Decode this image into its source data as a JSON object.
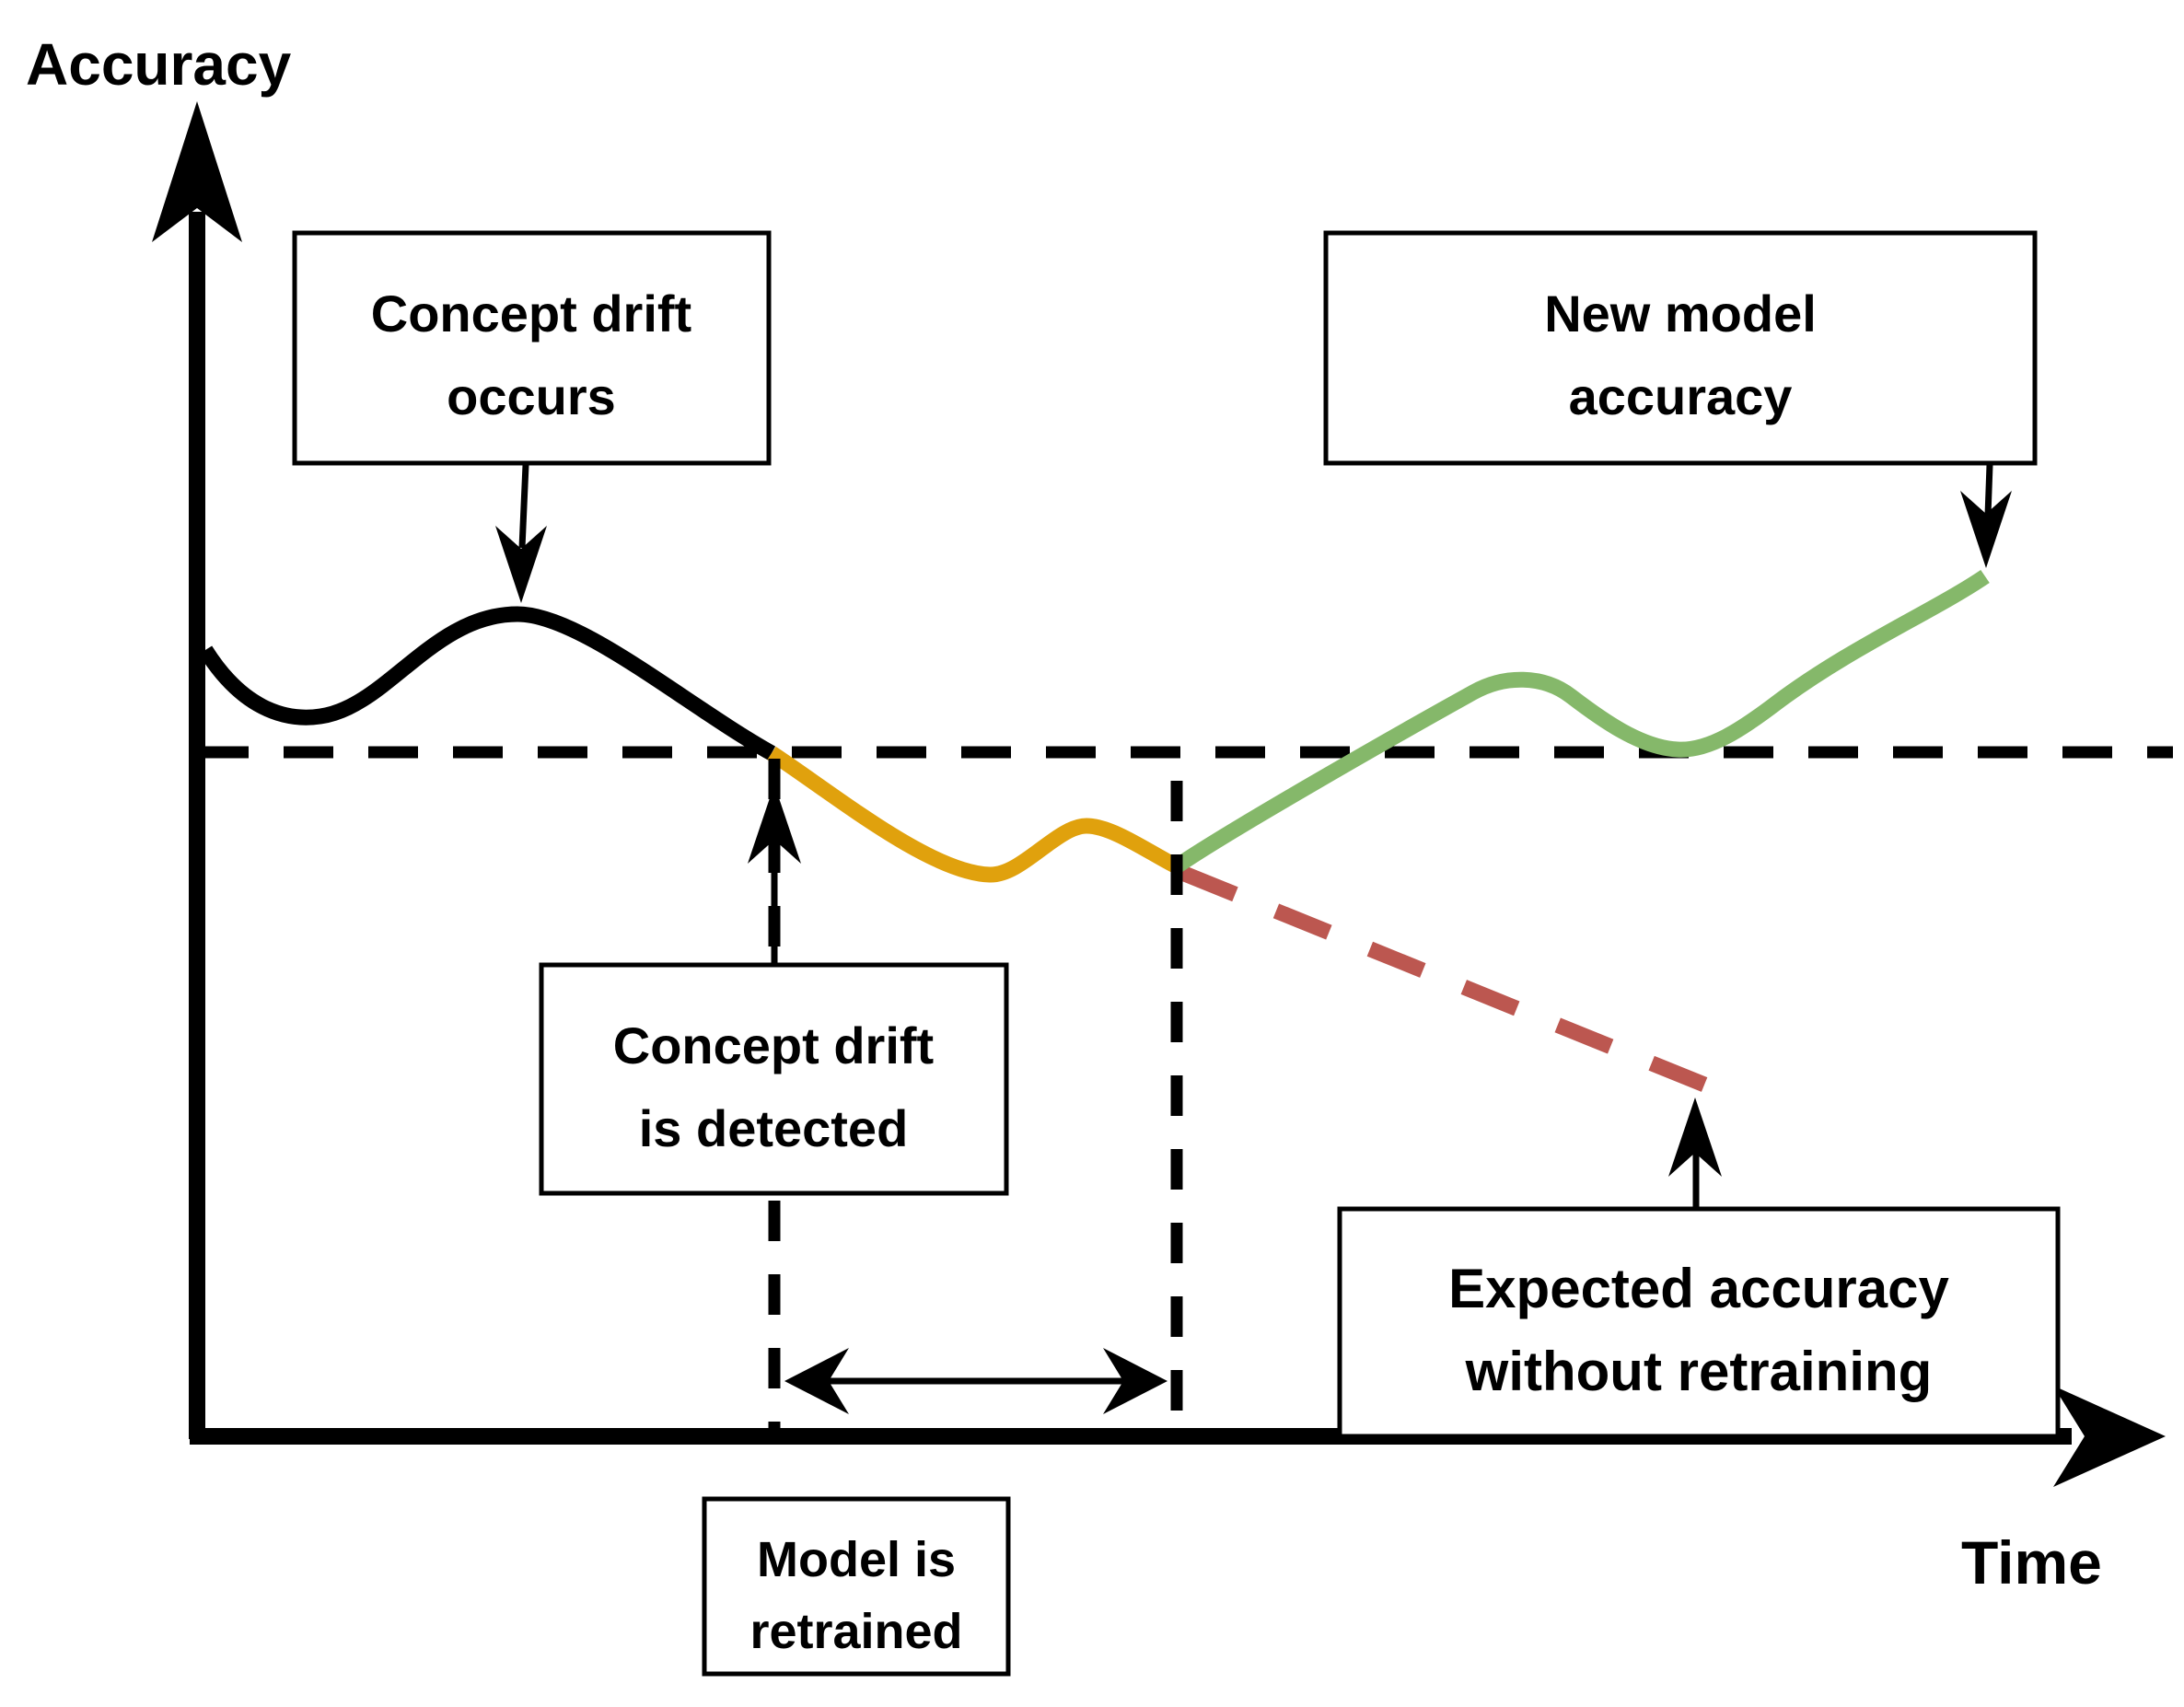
{
  "axes": {
    "y_label": "Accuracy",
    "x_label": "Time"
  },
  "annotations": {
    "concept_drift_occurs": {
      "line1": "Concept drift",
      "line2": "occurs"
    },
    "new_model_accuracy": {
      "line1": "New model",
      "line2": "accuracy"
    },
    "concept_drift_detected": {
      "line1": "Concept drift",
      "line2": "is detected"
    },
    "expected_accuracy": {
      "line1": "Expected accuracy",
      "line2": "without retraining"
    },
    "model_retrained": {
      "line1": "Model is",
      "line2": "retrained"
    }
  },
  "colors": {
    "axis": "#000000",
    "threshold_dashed": "#000000",
    "original_model_curve": "#000000",
    "drift_period_curve": "#E0A10D",
    "new_model_curve": "#85B86A",
    "expected_without_retraining": "#BC5750",
    "marker_dashed": "#000000",
    "box_border": "#000000",
    "box_fill": "#ffffff"
  }
}
